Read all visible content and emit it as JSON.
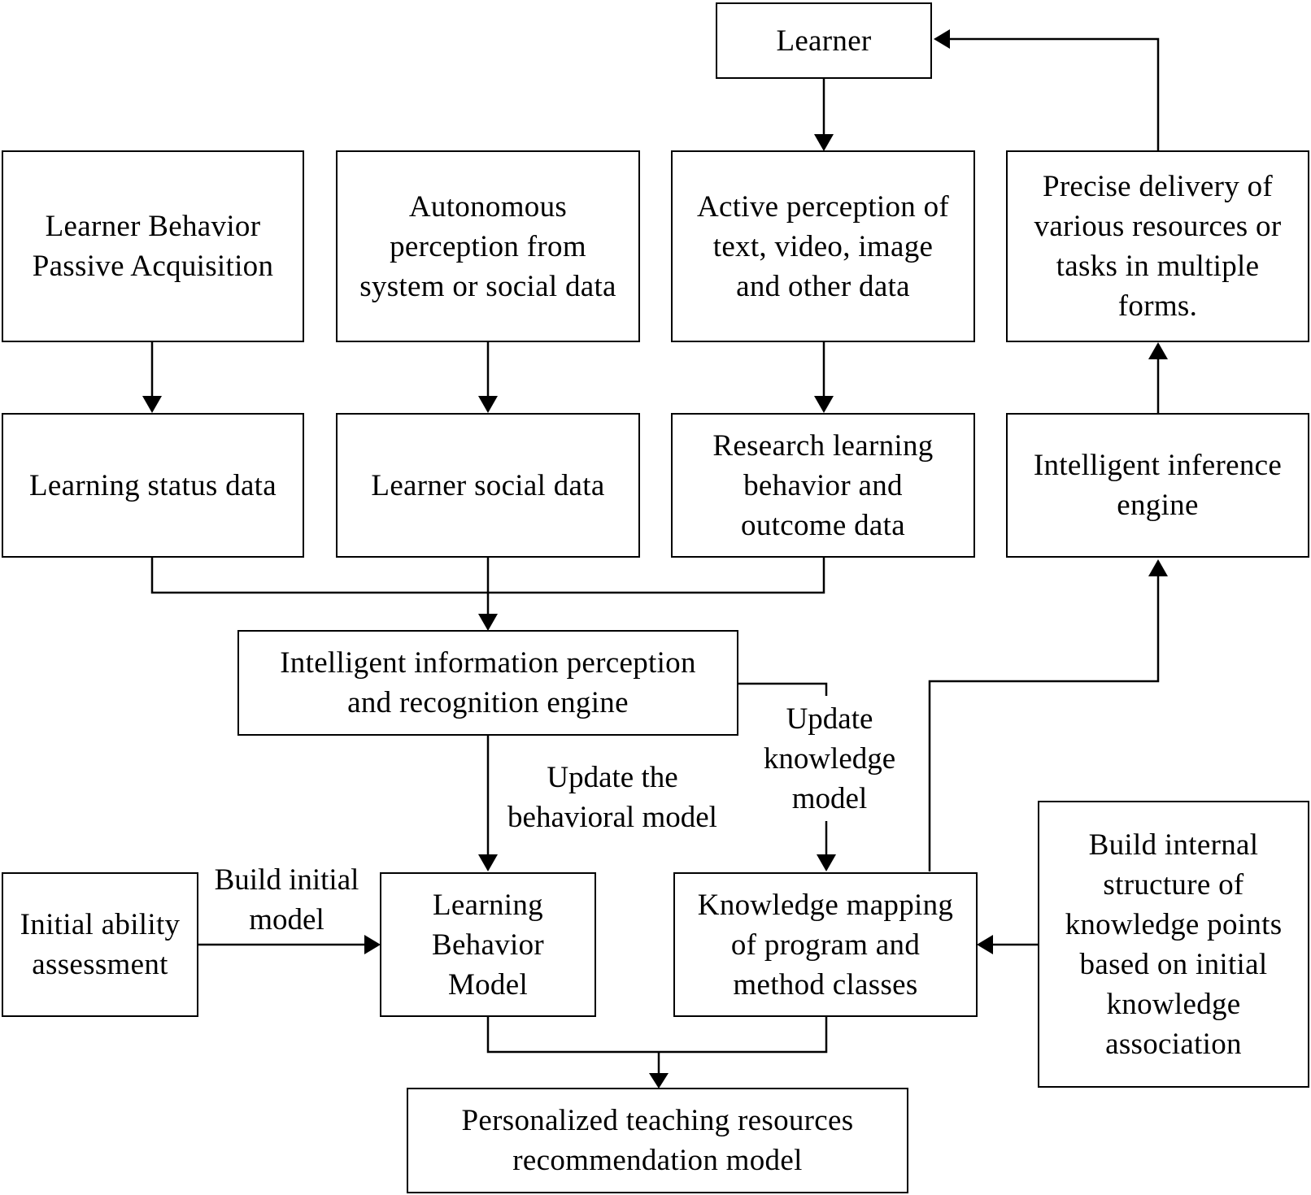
{
  "nodes": {
    "learner": "Learner",
    "passive": "Learner Behavior\nPassive Acquisition",
    "autonomous": "Autonomous\nperception from\nsystem or social data",
    "active": "Active perception of\ntext, video, image\nand other data",
    "precise": "Precise delivery of\nvarious resources or\ntasks in multiple\nforms.",
    "status": "Learning status data",
    "social": "Learner social data",
    "research": "Research learning\nbehavior and\noutcome data",
    "inference": "Intelligent inference\nengine",
    "perception_engine": "Intelligent information perception\nand recognition engine",
    "initial_ability": "Initial ability\nassessment",
    "behavior_model": "Learning\nBehavior\nModel",
    "knowledge_mapping": "Knowledge mapping\nof program and\nmethod classes",
    "internal_structure": "Build internal\nstructure of\nknowledge points\nbased on initial\nknowledge\nassociation",
    "recommendation": "Personalized teaching resources\nrecommendation model"
  },
  "edge_labels": {
    "update_behavioral": "Update the\nbehavioral model",
    "update_knowledge": "Update\nknowledge\nmodel",
    "build_initial": "Build initial\nmodel"
  }
}
